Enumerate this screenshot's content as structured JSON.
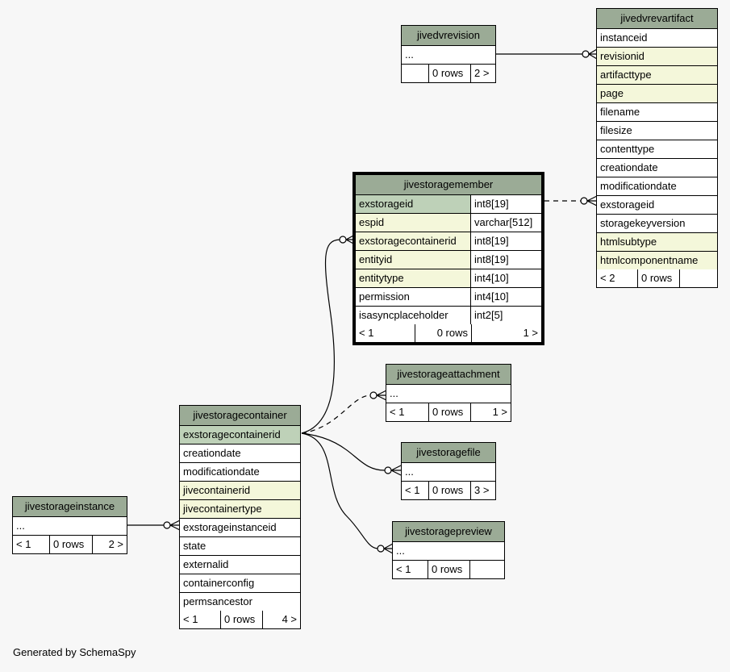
{
  "tables": {
    "jivedvrevision": {
      "title": "jivedvrevision",
      "placeholder": "...",
      "footer": [
        "",
        "0 rows",
        "2 >"
      ]
    },
    "jivedvrevartifact": {
      "title": "jivedvrevartifact",
      "columns": [
        {
          "name": "instanceid",
          "kind": "plain"
        },
        {
          "name": "revisionid",
          "kind": "fk"
        },
        {
          "name": "artifacttype",
          "kind": "fk"
        },
        {
          "name": "page",
          "kind": "fk"
        },
        {
          "name": "filename",
          "kind": "plain"
        },
        {
          "name": "filesize",
          "kind": "plain"
        },
        {
          "name": "contenttype",
          "kind": "plain"
        },
        {
          "name": "creationdate",
          "kind": "plain"
        },
        {
          "name": "modificationdate",
          "kind": "plain"
        },
        {
          "name": "exstorageid",
          "kind": "plain"
        },
        {
          "name": "storagekeyversion",
          "kind": "plain"
        },
        {
          "name": "htmlsubtype",
          "kind": "fk"
        },
        {
          "name": "htmlcomponentname",
          "kind": "fk"
        }
      ],
      "footer": [
        "< 2",
        "0 rows",
        ""
      ]
    },
    "jivestoragemember": {
      "title": "jivestoragemember",
      "columns": [
        {
          "name": "exstorageid",
          "type": "int8[19]",
          "kind": "pk"
        },
        {
          "name": "espid",
          "type": "varchar[512]",
          "kind": "fk"
        },
        {
          "name": "exstoragecontainerid",
          "type": "int8[19]",
          "kind": "fk"
        },
        {
          "name": "entityid",
          "type": "int8[19]",
          "kind": "fk"
        },
        {
          "name": "entitytype",
          "type": "int4[10]",
          "kind": "fk"
        },
        {
          "name": "permission",
          "type": "int4[10]",
          "kind": "plain"
        },
        {
          "name": "isasyncplaceholder",
          "type": "int2[5]",
          "kind": "plain"
        }
      ],
      "footer": [
        "< 1",
        "0 rows",
        "1 >"
      ]
    },
    "jivestorageattachment": {
      "title": "jivestorageattachment",
      "placeholder": "...",
      "footer": [
        "< 1",
        "0 rows",
        "1 >"
      ]
    },
    "jivestoragefile": {
      "title": "jivestoragefile",
      "placeholder": "...",
      "footer": [
        "< 1",
        "0 rows",
        "3 >"
      ]
    },
    "jivestoragepreview": {
      "title": "jivestoragepreview",
      "placeholder": "...",
      "footer": [
        "< 1",
        "0 rows",
        ""
      ]
    },
    "jivestoragecontainer": {
      "title": "jivestoragecontainer",
      "columns": [
        {
          "name": "exstoragecontainerid",
          "kind": "pk"
        },
        {
          "name": "creationdate",
          "kind": "plain"
        },
        {
          "name": "modificationdate",
          "kind": "plain"
        },
        {
          "name": "jivecontainerid",
          "kind": "fk"
        },
        {
          "name": "jivecontainertype",
          "kind": "fk"
        },
        {
          "name": "exstorageinstanceid",
          "kind": "plain"
        },
        {
          "name": "state",
          "kind": "plain"
        },
        {
          "name": "externalid",
          "kind": "plain"
        },
        {
          "name": "containerconfig",
          "kind": "plain"
        },
        {
          "name": "permsancestor",
          "kind": "plain"
        }
      ],
      "footer": [
        "< 1",
        "0 rows",
        "4 >"
      ]
    },
    "jivestorageinstance": {
      "title": "jivestorageinstance",
      "placeholder": "...",
      "footer": [
        "< 1",
        "0 rows",
        "2 >"
      ]
    }
  },
  "colors": {
    "header": "#9bab96",
    "primary_key": "#bed1b8",
    "foreign_key": "#f4f7da",
    "background": "#f7f7f7"
  },
  "footer_text": "Generated by SchemaSpy"
}
